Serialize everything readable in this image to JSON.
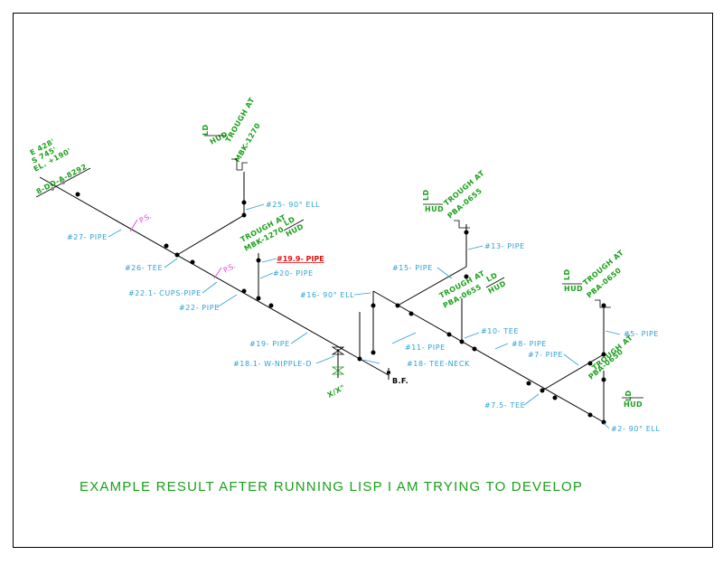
{
  "caption": "EXAMPLE RESULT AFTER RUNNING LISP I AM TRYING TO DEVELOP",
  "origin": {
    "coords": [
      "E 428'",
      "S 745'",
      "EL. +190'"
    ],
    "line_id": "8-DO-A-8292"
  },
  "labels": {
    "l27": "#27- PIPE",
    "l26": "#26- TEE",
    "l25": "#25- 90° ELL",
    "l221": "#22.1- CUPS-PIPE",
    "l22": "#22- PIPE",
    "l20": "#20- PIPE",
    "l199": "#19.9- PIPE",
    "l19": "#19- PIPE",
    "l181": "#18.1- W-NIPPLE-D",
    "l18": "#18- TEE-NECK",
    "l16": "#16- 90° ELL",
    "l15": "#15- PIPE",
    "l13": "#13- PIPE",
    "l11": "#11- PIPE",
    "l10": "#10- TEE",
    "l8": "#8- PIPE",
    "l7": "#7- PIPE",
    "l75": "#7.5- TEE",
    "l5": "#5- PIPE",
    "l2": "#2- 90° ELL"
  },
  "troughs": {
    "t1": {
      "ld": "LD",
      "hud": "HUD",
      "line1": "TROUGH AT",
      "line2": "MBK-1270"
    },
    "t2": {
      "ld": "LD",
      "hud": "HUD",
      "line1": "TROUGH AT",
      "line2": "MBK-1270"
    },
    "t3": {
      "ld": "LD",
      "hud": "HUD",
      "line1": "TROUGH AT",
      "line2": "PBA-0655"
    },
    "t4": {
      "ld": "LD",
      "hud": "HUD",
      "line1": "TROUGH AT",
      "line2": "PBA-0655"
    },
    "t5": {
      "ld": "LD",
      "hud": "HUD",
      "line1": "TROUGH AT",
      "line2": "PBA-0650"
    },
    "t6": {
      "ld": "LD",
      "hud": "HUD",
      "line1": "TROUGH AT",
      "line2": "PBA-0650"
    }
  },
  "marks": {
    "ps1": "P.S.",
    "ps2": "P.S.",
    "bf": "B.F.",
    "valve": "X/X\""
  },
  "colors": {
    "label": "#2b9fd6",
    "trough": "#1aa01a",
    "highlight": "#e01010",
    "ps": "#d94fd9",
    "pipe": "#000000"
  }
}
